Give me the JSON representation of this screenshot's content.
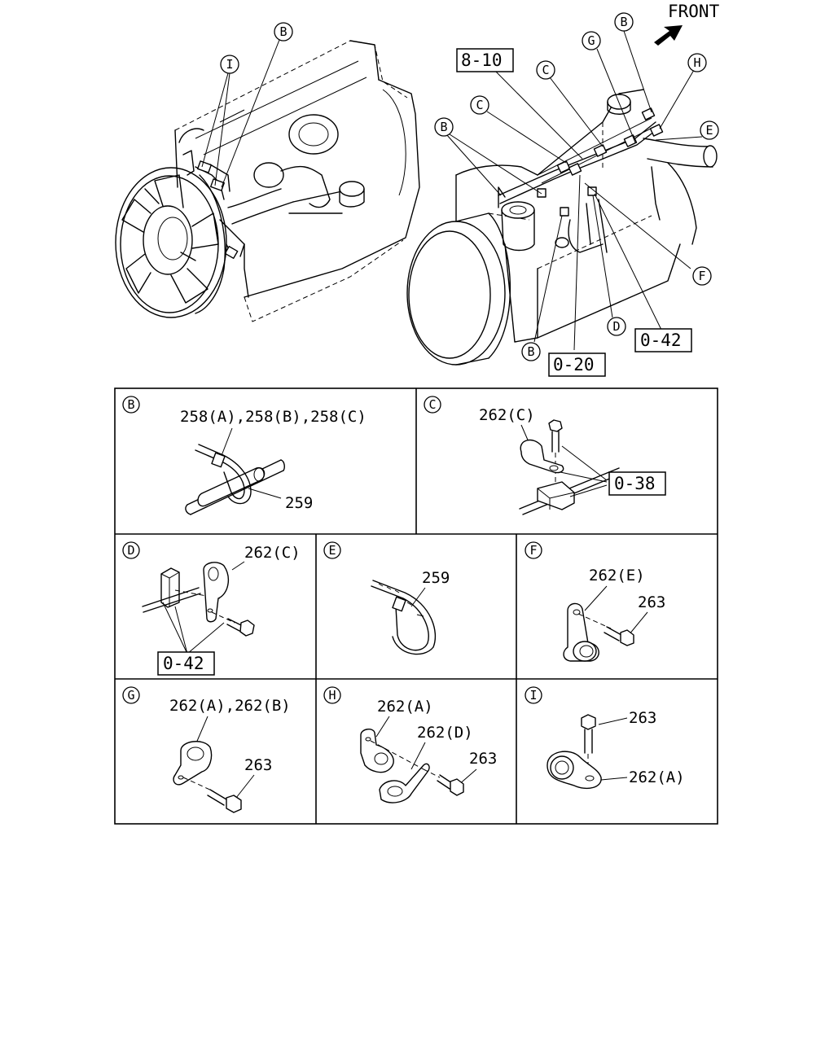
{
  "direction_label": "FRONT",
  "callout_letters": {
    "b": "B",
    "c": "C",
    "d": "D",
    "e": "E",
    "f": "F",
    "g": "G",
    "h": "H",
    "i": "I"
  },
  "reference_boxes": {
    "ref_8_10": "8-10",
    "ref_0_20": "0-20",
    "ref_0_42": "0-42",
    "ref_0_38": "0-38"
  },
  "detail_panels": {
    "b": {
      "letter": "B",
      "labels": [
        "258(A),258(B),258(C)",
        "259"
      ]
    },
    "c": {
      "letter": "C",
      "labels": [
        "262(C)"
      ],
      "ref": "0-38"
    },
    "d": {
      "letter": "D",
      "labels": [
        "262(C)"
      ],
      "ref": "0-42"
    },
    "e": {
      "letter": "E",
      "labels": [
        "259"
      ]
    },
    "f": {
      "letter": "F",
      "labels": [
        "262(E)",
        "263"
      ]
    },
    "g": {
      "letter": "G",
      "labels": [
        "262(A),262(B)",
        "263"
      ]
    },
    "h": {
      "letter": "H",
      "labels": [
        "262(A)",
        "262(D)",
        "263"
      ]
    },
    "i": {
      "letter": "I",
      "labels": [
        "263",
        "262(A)"
      ]
    }
  }
}
